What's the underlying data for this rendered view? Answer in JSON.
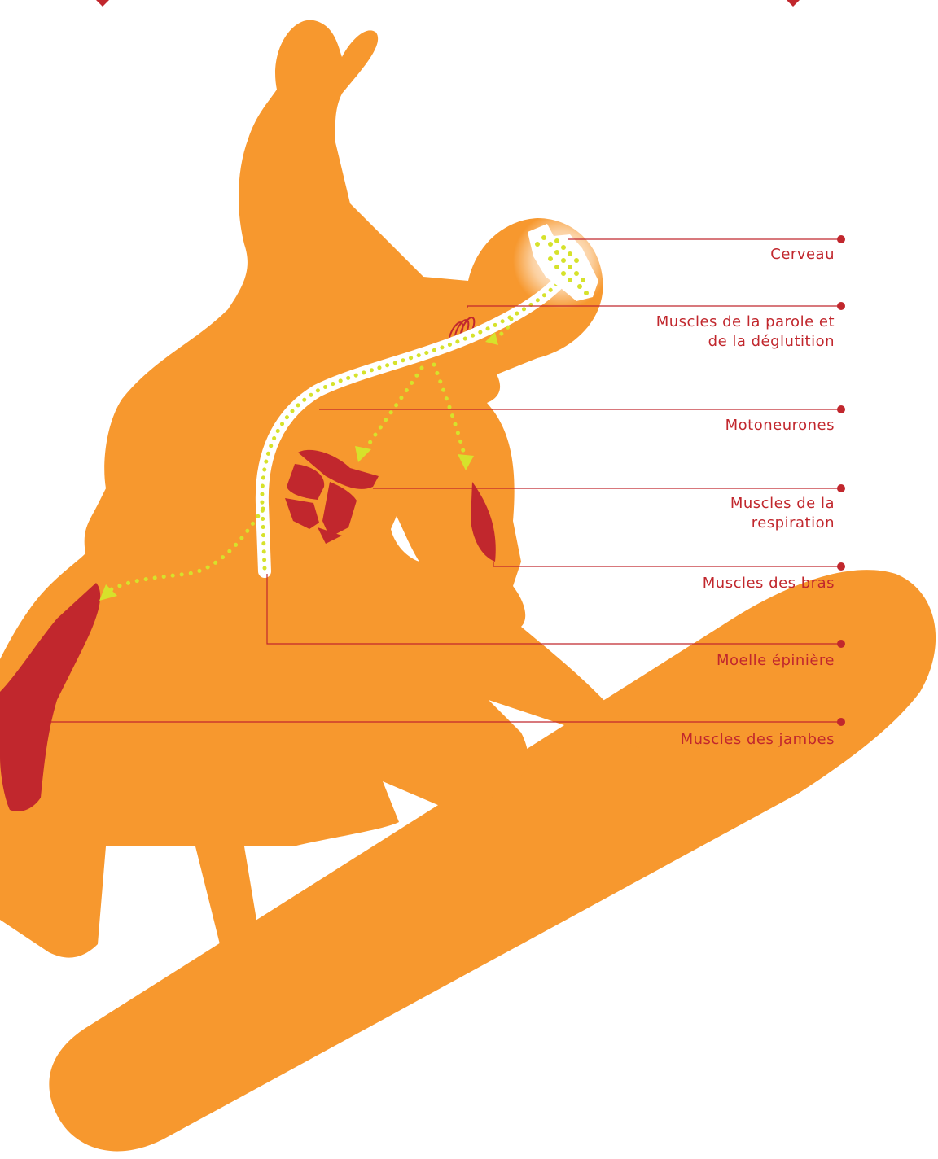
{
  "colors": {
    "body": "#f7982e",
    "muscle": "#c1272d",
    "nerve": "#d6e22b",
    "leader": "#c1272d",
    "text": "#c1272d",
    "background": "#ffffff"
  },
  "labels": {
    "cerveau": "Cerveau",
    "parole_line1": "Muscles de la parole et",
    "parole_line2": "de la déglutition",
    "motoneurones": "Motoneurones",
    "respiration_line1": "Muscles de la",
    "respiration_line2": "respiration",
    "bras": "Muscles des bras",
    "moelle": "Moelle épinière",
    "jambes": "Muscles des jambes"
  }
}
